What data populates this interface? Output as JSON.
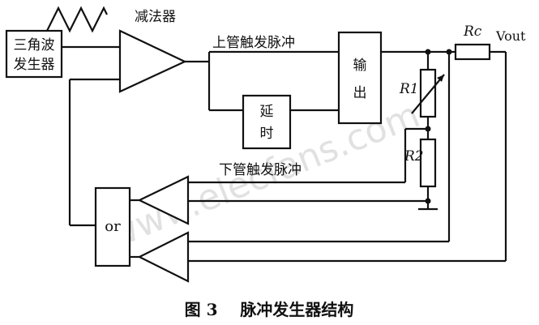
{
  "blocks": {
    "triangle_gen": [
      "三角波",
      "发生器"
    ],
    "subtractor": "减法器",
    "output_block": [
      "输",
      "出"
    ],
    "delay_block": [
      "延",
      "时"
    ],
    "or_gate": "or"
  },
  "signals": {
    "upper_trigger": "上管触发脉冲",
    "lower_trigger": "下管触发脉冲",
    "vout": "Vout"
  },
  "components": {
    "rc": "Rc",
    "r1": "R1",
    "r2": "R2"
  },
  "watermark": "www.elecfans.com",
  "caption": "图 3    脉冲发生器结构"
}
